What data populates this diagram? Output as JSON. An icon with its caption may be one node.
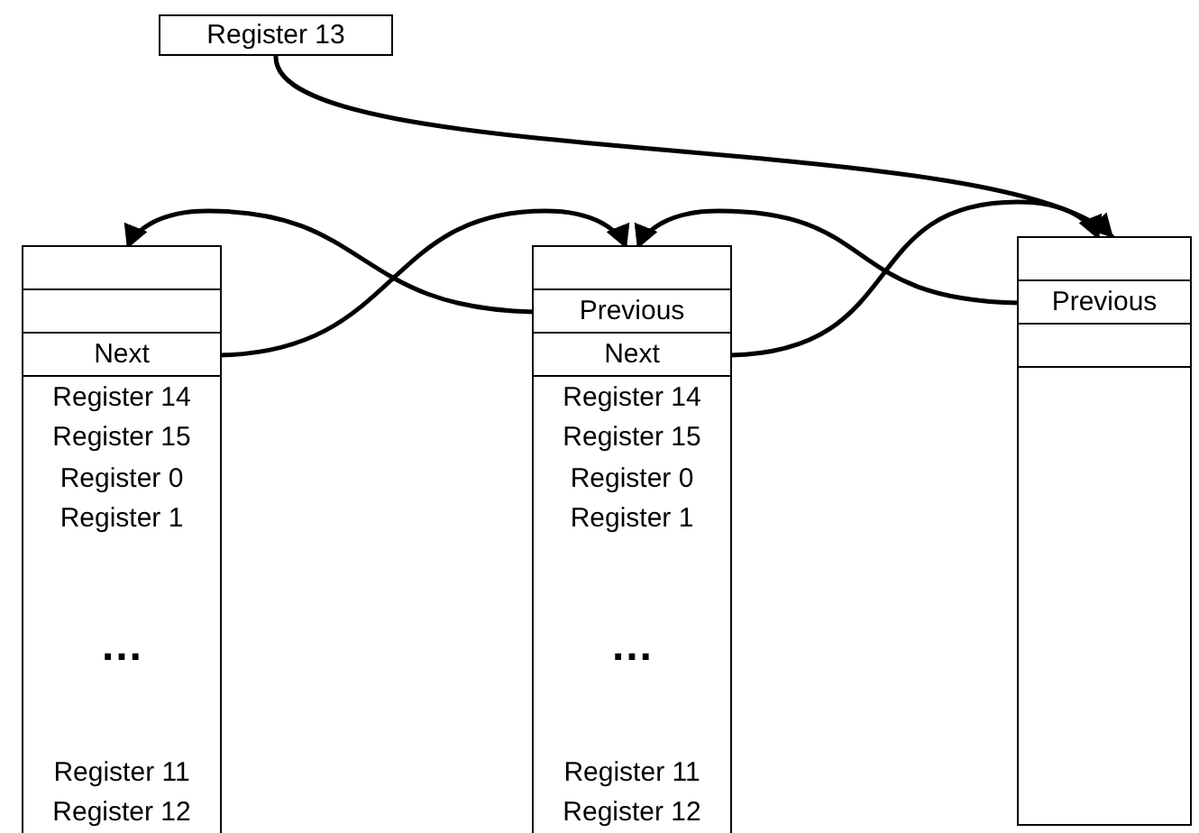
{
  "diagram": {
    "nodes": [
      {
        "text": [
          "Register 13"
        ]
      },
      {
        "text": [
          "Register 14",
          "Register 15",
          "Register 0",
          "Register 1",
          "…",
          "Register 11",
          "Register 12"
        ]
      },
      {
        "text": [],
        "shape": "box",
        "in": 1
      },
      {
        "text": [],
        "shape": "box",
        "in": 1
      },
      {
        "text": [
          "Next"
        ],
        "in": 1
      },
      {
        "text": [
          "Register 14",
          "Register 15",
          "Register 0",
          "Register 1",
          "…",
          "Register 11",
          "Register 12"
        ]
      },
      {
        "text": [],
        "shape": "box",
        "in": 5
      },
      {
        "text": [
          "Previous"
        ],
        "in": 5
      },
      {
        "text": [
          "Next"
        ],
        "in": 5
      },
      {
        "text": [],
        "shape": "box"
      },
      {
        "text": [],
        "shape": "box",
        "in": 9
      },
      {
        "text": [
          "Previous"
        ],
        "in": 9
      },
      {
        "text": [],
        "shape": "box",
        "in": 9
      }
    ],
    "edges": [
      {
        "from": 0,
        "to": 10,
        "arrow": "to"
      },
      {
        "from": 4,
        "to": 6,
        "arrow": "to"
      },
      {
        "from": 7,
        "to": 2,
        "arrow": "to"
      },
      {
        "from": 8,
        "to": 10,
        "arrow": "to"
      },
      {
        "from": 11,
        "to": 6,
        "arrow": "to"
      }
    ]
  }
}
